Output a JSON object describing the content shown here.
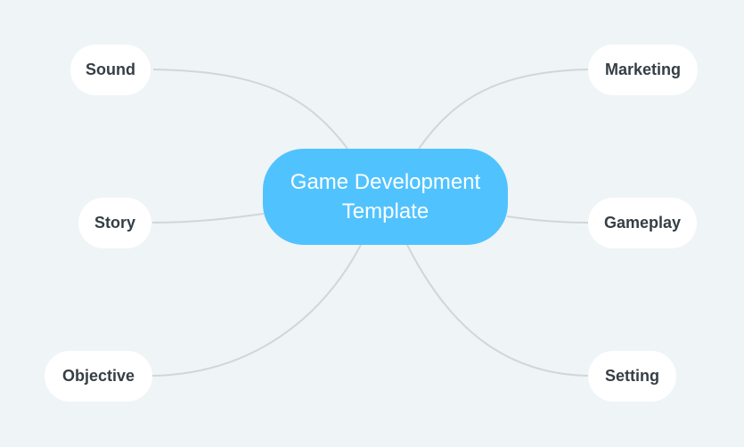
{
  "mindmap": {
    "central_topic": {
      "line1": "Game Development",
      "line2": "Template",
      "color": "#50c3ff"
    },
    "branches": [
      {
        "label": "Sound",
        "side": "left"
      },
      {
        "label": "Story",
        "side": "left"
      },
      {
        "label": "Objective",
        "side": "left"
      },
      {
        "label": "Marketing",
        "side": "right"
      },
      {
        "label": "Gameplay",
        "side": "right"
      },
      {
        "label": "Setting",
        "side": "right"
      }
    ],
    "colors": {
      "background": "#eff4f7",
      "node_fill": "#ffffff",
      "node_text": "#353e45",
      "connector": "#d2d6d9"
    }
  }
}
